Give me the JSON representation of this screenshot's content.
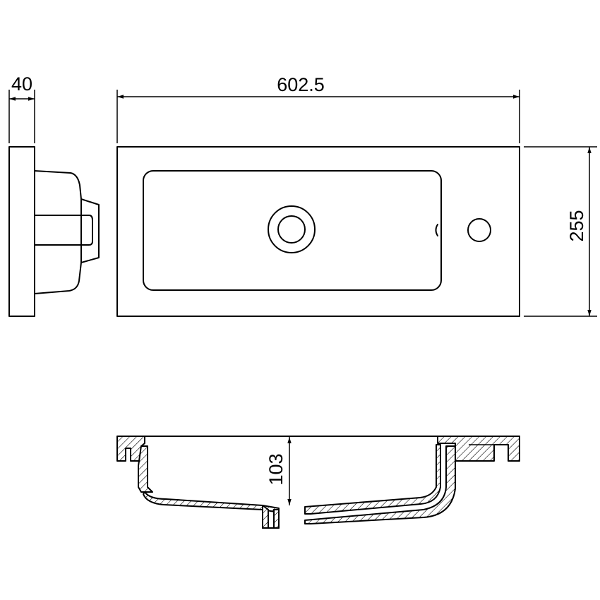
{
  "dimensions": {
    "side_thickness": "40",
    "overall_width": "602.5",
    "overall_depth": "255",
    "bowl_depth": "103"
  },
  "colors": {
    "line": "#000000",
    "background": "#ffffff"
  }
}
